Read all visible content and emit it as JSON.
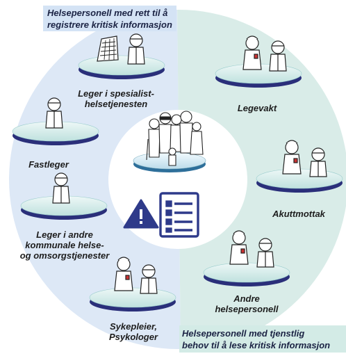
{
  "header_top": "Helsepersonell med rett til å\nregistrere kritisk informasjon",
  "header_bottom": "Helsepersonell med tjenstlig\nbehov til å lese kritisk informasjon",
  "groups": {
    "spesialist": "Leger i spesialist-\nhelsetjenesten",
    "fastleger": "Fastleger",
    "kommunale": "Leger i andre\nkommunale helse-\nog omsorgstjenester",
    "sykepleier": "Sykepleier,\nPsykologer",
    "legevakt": "Legevakt",
    "akuttmottak": "Akuttmottak",
    "andre": "Andre\nhelsepersonell"
  },
  "colors": {
    "left_band": "#dfe9f7",
    "right_band": "#d9ece9",
    "platform_top": "#d4ecea",
    "platform_rim": "#2a2f7a",
    "icon_blue": "#2e3a8a",
    "header_bg": "#d8e6f6"
  },
  "icons": [
    "hospital-building-icon",
    "doctor-icon",
    "nurse-icon",
    "patients-group-icon",
    "warning-icon",
    "checklist-icon"
  ]
}
